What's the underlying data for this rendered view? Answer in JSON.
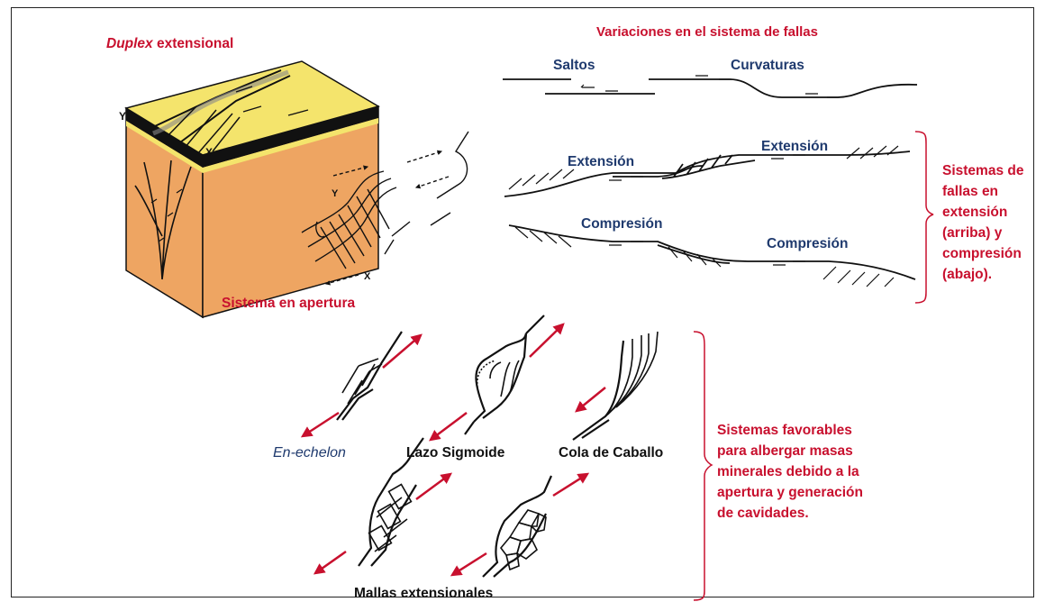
{
  "colors": {
    "red": "#c8102e",
    "navy": "#1f3a6e",
    "block_top": "#f4e46c",
    "block_side": "#eea562",
    "bracket": "#c8102e"
  },
  "labels": {
    "duplex_italic": "Duplex",
    "duplex_rest": " extensional",
    "variaciones": "Variaciones en el sistema de fallas",
    "saltos": "Saltos",
    "curvaturas": "Curvaturas",
    "extension_left": "Extensión",
    "extension_right": "Extensión",
    "compresion_left": "Compresión",
    "compresion_right": "Compresión",
    "sistema_apertura": "Sistema en apertura",
    "en_echelon": "En-echelon",
    "lazo_sigmoide": "Lazo Sigmoide",
    "cola_caballo": "Cola de Caballo",
    "mallas": "Mallas extensionales",
    "block_y": "Y",
    "block_x": "X",
    "open_y": "Y",
    "open_x": "X"
  },
  "notes": {
    "sistemas_fallas": [
      "Sistemas de",
      "fallas en",
      "extensión",
      "(arriba) y",
      "compresión",
      "(abajo)."
    ],
    "sistemas_favorables": [
      "Sistemas favorables",
      "para albergar masas",
      "minerales debido a la",
      "apertura y generación",
      "de cavidades."
    ]
  }
}
